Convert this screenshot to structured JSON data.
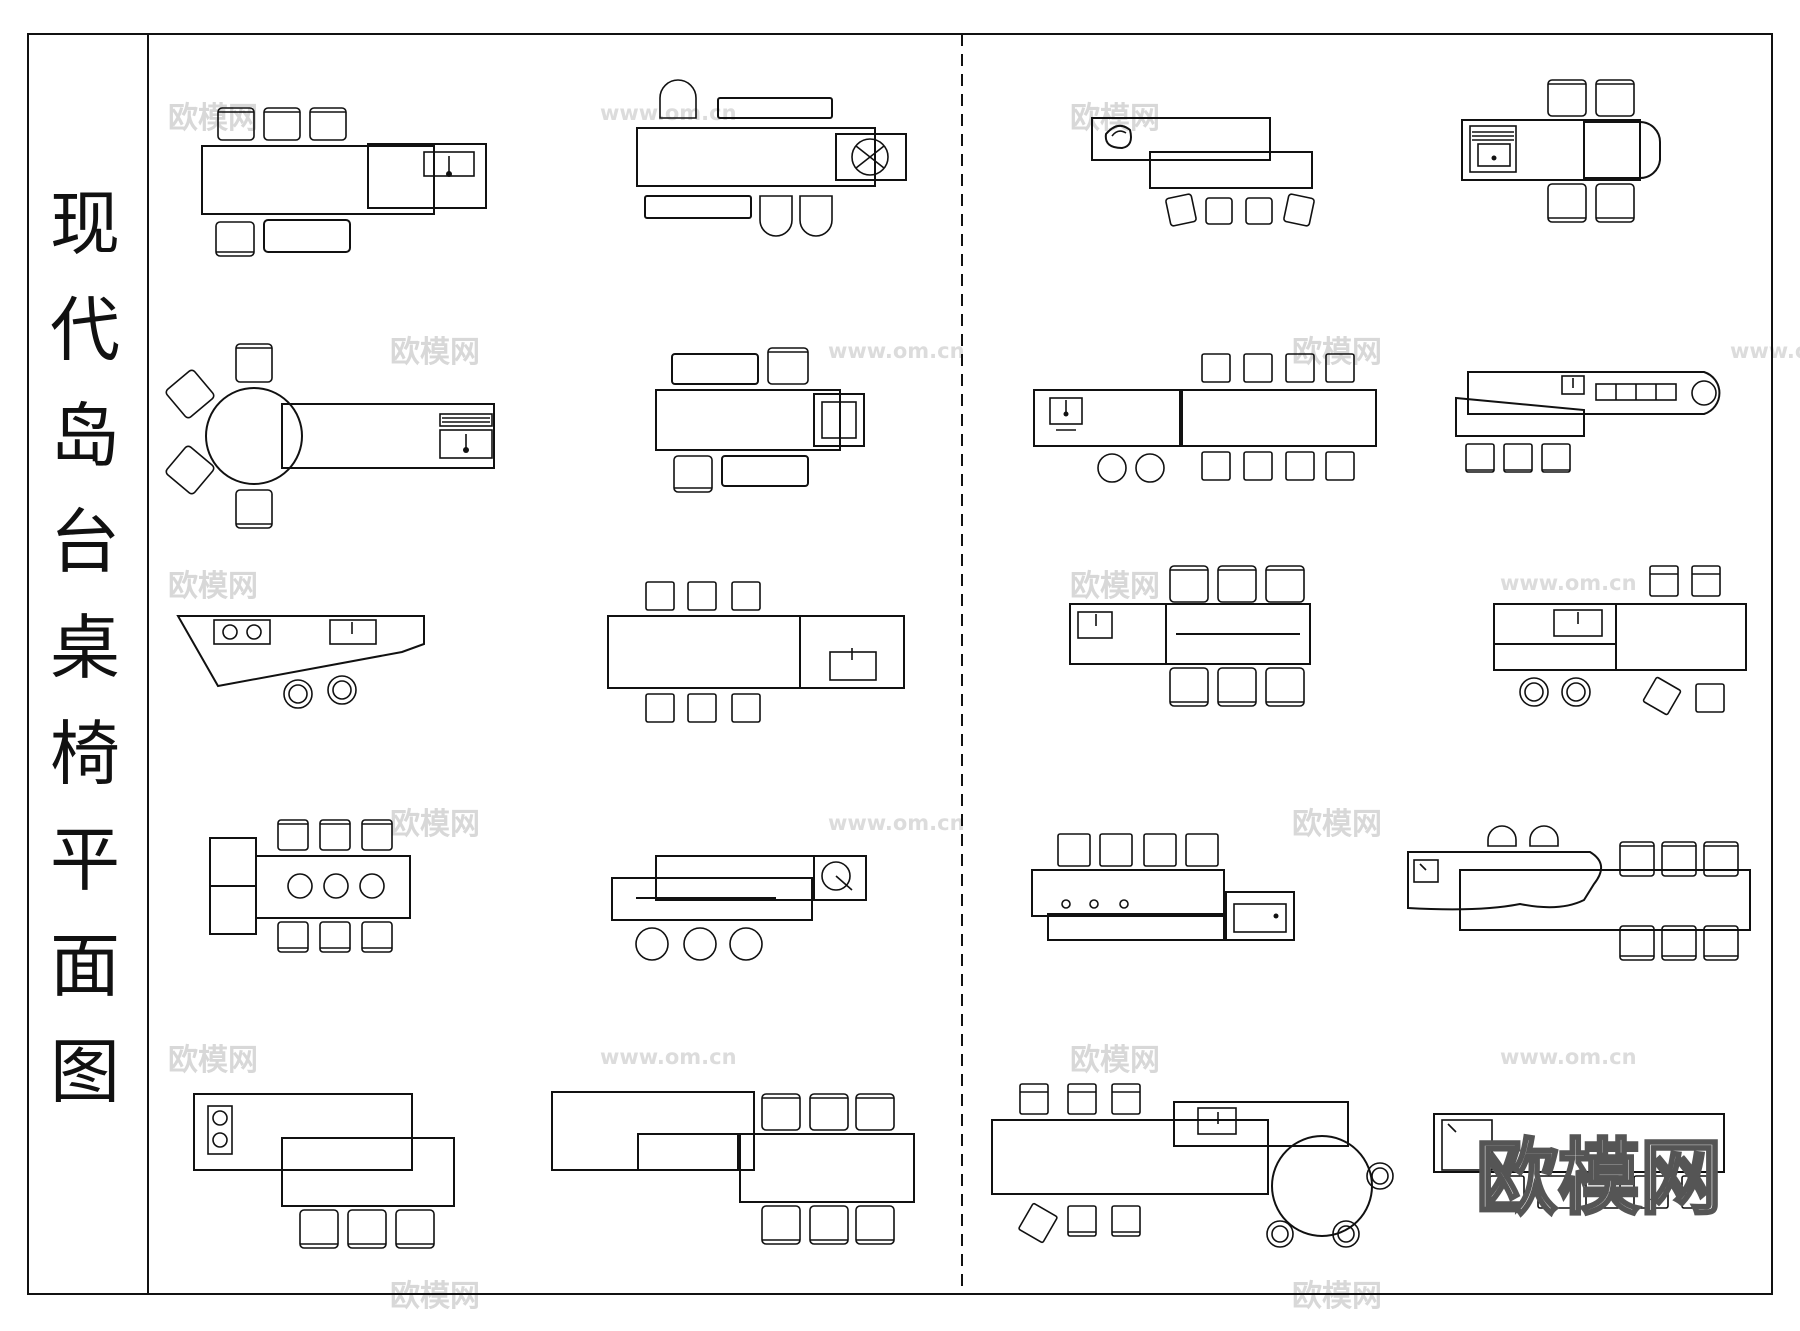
{
  "sheet": {
    "title_chars": [
      "现",
      "代",
      "岛",
      "台",
      "桌",
      "椅",
      "平",
      "面",
      "图"
    ],
    "watermark_text": "欧模网",
    "watermark_url": "www.om.cn",
    "logo_text": "欧模网"
  },
  "colors": {
    "line": "#111111",
    "background": "#ffffff",
    "watermark": "#d8d8d8"
  }
}
